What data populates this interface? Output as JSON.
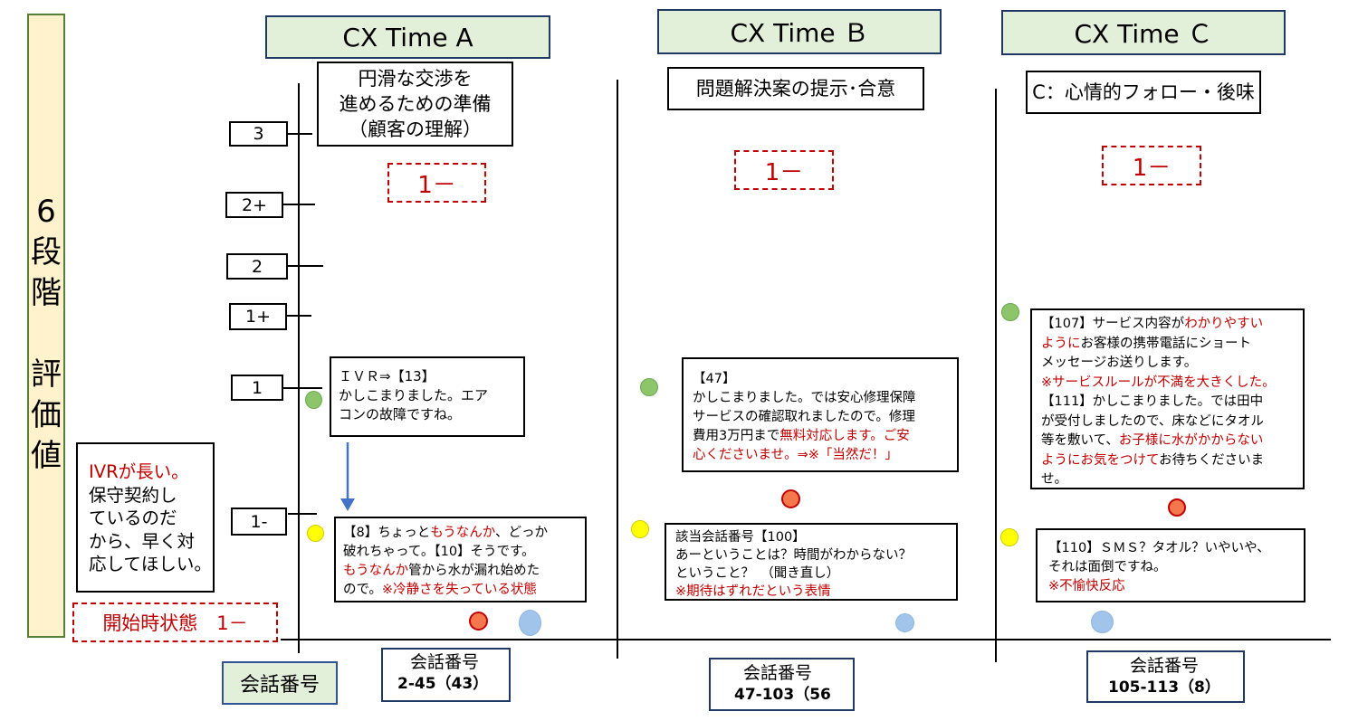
{
  "y_axis": {
    "title_chars": [
      "6",
      "段",
      "階",
      "",
      "評",
      "価",
      "値"
    ],
    "scale": [
      "3",
      "2+",
      "2",
      "1+",
      "1",
      "1-"
    ]
  },
  "phases": [
    {
      "header": "CX Time A",
      "category": "円滑な交渉を\n進めるための準備\n（顧客の理解）",
      "rating": "1－",
      "note_upper": [
        {
          "t": "ＩＶＲ⇒【13】",
          "c": false
        },
        {
          "t": "\nかしこまりました。エア\nコンの故障ですね。",
          "c": false
        }
      ],
      "note_lower": [
        {
          "t": "【8】ちょっと",
          "c": false
        },
        {
          "t": "もうなんか",
          "c": true
        },
        {
          "t": "、どっか\n破れちゃって。【10】そうです。\n",
          "c": false
        },
        {
          "t": "もうなんか",
          "c": true
        },
        {
          "t": "管から水が漏れ始めた\nので。",
          "c": false
        },
        {
          "t": "※冷静さを失っている状態",
          "c": true
        }
      ],
      "conversation_label": "会話番号",
      "conversation_range": "2-45（43）"
    },
    {
      "header": "CX Time Ｂ",
      "category": "問題解決案の提示･合意",
      "rating": "1－",
      "note_upper": [
        {
          "t": "【47】\nかしこまりました。では安心修理保障\nサービスの確認取れましたので。修理\n費用3万円まで",
          "c": false
        },
        {
          "t": "無料対応します。ご安\n心くださいませ。⇒※「当然だ！」",
          "c": true
        }
      ],
      "note_lower": [
        {
          "t": "該当会話番号【100】\n あーということは？時間がわからない？\nということ？　（聞き直し）\n",
          "c": false
        },
        {
          "t": "※期待はずれだという表情",
          "c": true
        }
      ],
      "conversation_label": "会話番号",
      "conversation_range": "47-103（56"
    },
    {
      "header": "CX Time Ｃ",
      "category": "C：心情的フォロー・後味",
      "rating": "1－",
      "note_upper": [
        {
          "t": "【107】サービス内容が",
          "c": false
        },
        {
          "t": "わかりやすい\nように",
          "c": true
        },
        {
          "t": "お客様の携帯電話にショート\nメッセージお送りします。\n",
          "c": false
        },
        {
          "t": "※サービスルールが不満を大きくした。",
          "c": true
        },
        {
          "t": "\n【111】かしこまりました。では田中\nが受付しましたので、床などにタオル\n等を敷いて、",
          "c": false
        },
        {
          "t": "お子様に水がかからない\nようにお気をつけて",
          "c": true
        },
        {
          "t": "お待ちくださいま\nせ。",
          "c": false
        }
      ],
      "note_lower": [
        {
          "t": "【110】ＳＭＳ？タオル？いやいや、\nそれは面倒ですね。\n",
          "c": false
        },
        {
          "t": "※不愉快反応",
          "c": true
        }
      ],
      "conversation_label": "会話番号",
      "conversation_range": "105-113（8）"
    }
  ],
  "customer_note": [
    {
      "t": "IVRが長い。",
      "c": true
    },
    {
      "t": "\n保守契約し\nているのだ\nから、早く対\n応してほしい。",
      "c": false
    }
  ],
  "start_state": "開始時状態　1－",
  "row_label": "会話番号",
  "colors": {
    "header_fill": "#e2efd9",
    "header_border": "#1f3864",
    "axis_title_fill": "#fff2cc",
    "axis_title_border": "#538135",
    "accent_red": "#c00000",
    "arrow_blue": "#4472c4",
    "dot_green": "#8cc56a",
    "dot_yellow": "#ffff00",
    "dot_red": "#f4774e",
    "dot_blue": "#a0c4ea"
  }
}
